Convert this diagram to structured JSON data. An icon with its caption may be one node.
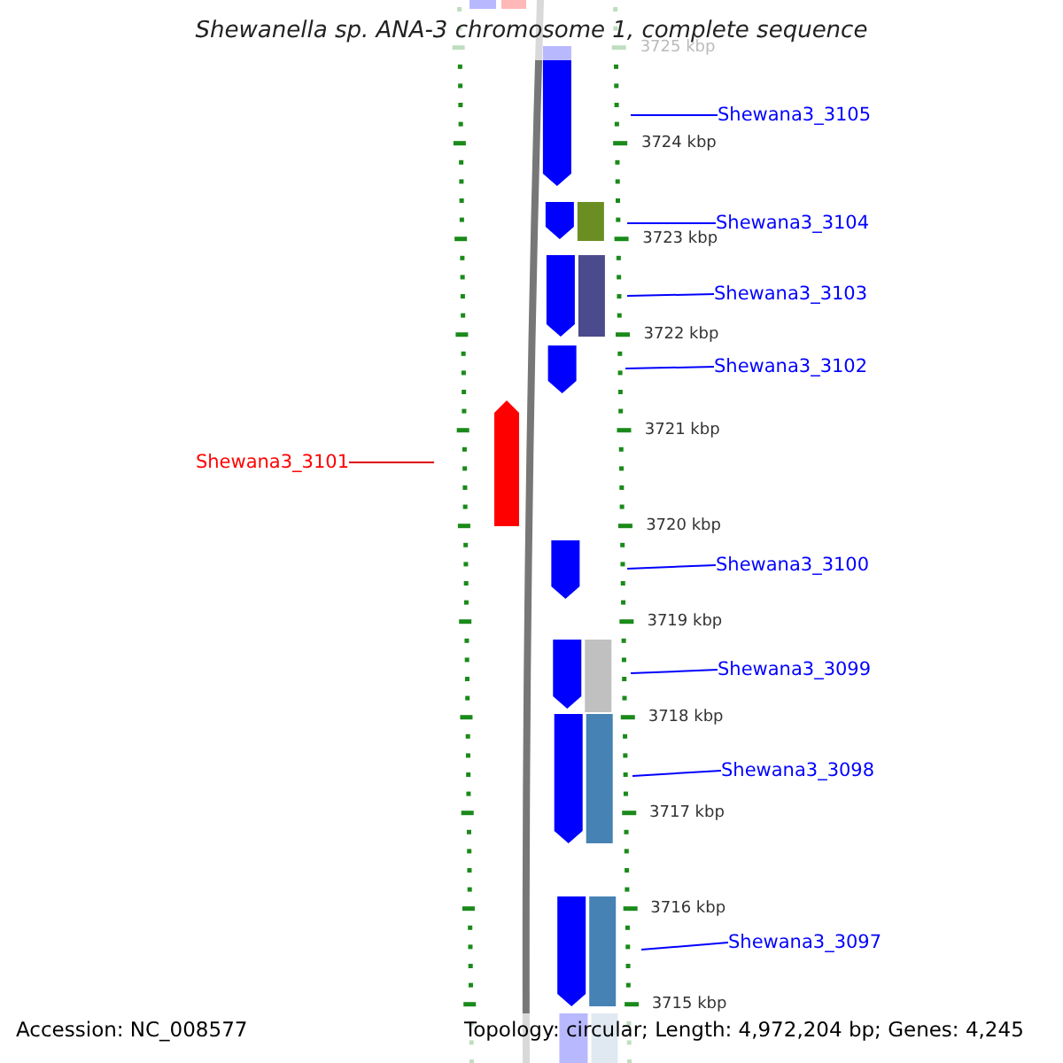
{
  "diagram": {
    "title": "Shewanella sp. ANA-3 chromosome 1, complete sequence",
    "nodes": [
      {
        "text": [
          "Shewana3_3105"
        ]
      },
      {
        "text": [
          "Shewana3_3104"
        ]
      },
      {
        "text": [
          "Shewana3_3103"
        ]
      },
      {
        "text": [
          "Shewana3_3102"
        ]
      },
      {
        "text": [
          "Shewana3_3101"
        ]
      },
      {
        "text": [
          "Shewana3_3100"
        ]
      },
      {
        "text": [
          "Shewana3_3099"
        ]
      },
      {
        "text": [
          "Shewana3_3098"
        ]
      },
      {
        "text": [
          "Shewana3_3097"
        ]
      }
    ],
    "edges": [
      {
        "from": 0,
        "to": null,
        "arrow": "none"
      },
      {
        "from": 1,
        "to": null,
        "arrow": "none"
      },
      {
        "from": 2,
        "to": null,
        "arrow": "none"
      },
      {
        "from": 3,
        "to": null,
        "arrow": "none"
      },
      {
        "from": 4,
        "to": null,
        "arrow": "none",
        "color": "#e00000"
      },
      {
        "from": 5,
        "to": null,
        "arrow": "none"
      },
      {
        "from": 6,
        "to": null,
        "arrow": "none"
      },
      {
        "from": 7,
        "to": null,
        "arrow": "none"
      },
      {
        "from": 8,
        "to": null,
        "arrow": "none"
      }
    ],
    "labels": [
      "3725 kbp",
      "3724 kbp",
      "3723 kbp",
      "3722 kbp",
      "3721 kbp",
      "3720 kbp",
      "3719 kbp",
      "3718 kbp",
      "3717 kbp",
      "3716 kbp",
      "3715 kbp",
      "Accession: NC_008577",
      "Topology: circular; Length: 4,972,204 bp; Genes: 4,245"
    ]
  }
}
